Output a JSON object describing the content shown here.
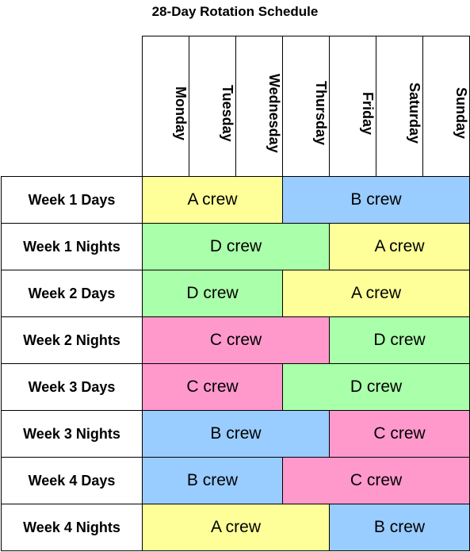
{
  "title": "28-Day Rotation Schedule",
  "days": [
    "Monday",
    "Tuesday",
    "Wednesday",
    "Thursday",
    "Friday",
    "Saturday",
    "Sunday"
  ],
  "crew_colors": {
    "A crew": "#ffff99",
    "B crew": "#99ccff",
    "C crew": "#ff99cc",
    "D crew": "#aaffaa"
  },
  "rows": [
    {
      "label": "Week 1 Days",
      "blocks": [
        {
          "crew": "A crew",
          "days": 3
        },
        {
          "crew": "B crew",
          "days": 4
        }
      ]
    },
    {
      "label": "Week 1 Nights",
      "blocks": [
        {
          "crew": "D crew",
          "days": 4
        },
        {
          "crew": "A crew",
          "days": 3
        }
      ]
    },
    {
      "label": "Week 2 Days",
      "blocks": [
        {
          "crew": "D crew",
          "days": 3
        },
        {
          "crew": "A crew",
          "days": 4
        }
      ]
    },
    {
      "label": "Week 2 Nights",
      "blocks": [
        {
          "crew": "C crew",
          "days": 4
        },
        {
          "crew": "D crew",
          "days": 3
        }
      ]
    },
    {
      "label": "Week 3 Days",
      "blocks": [
        {
          "crew": "C crew",
          "days": 3
        },
        {
          "crew": "D crew",
          "days": 4
        }
      ]
    },
    {
      "label": "Week 3 Nights",
      "blocks": [
        {
          "crew": "B crew",
          "days": 4
        },
        {
          "crew": "C crew",
          "days": 3
        }
      ]
    },
    {
      "label": "Week 4 Days",
      "blocks": [
        {
          "crew": "B crew",
          "days": 3
        },
        {
          "crew": "C crew",
          "days": 4
        }
      ]
    },
    {
      "label": "Week 4 Nights",
      "blocks": [
        {
          "crew": "A crew",
          "days": 4
        },
        {
          "crew": "B crew",
          "days": 3
        }
      ]
    }
  ]
}
